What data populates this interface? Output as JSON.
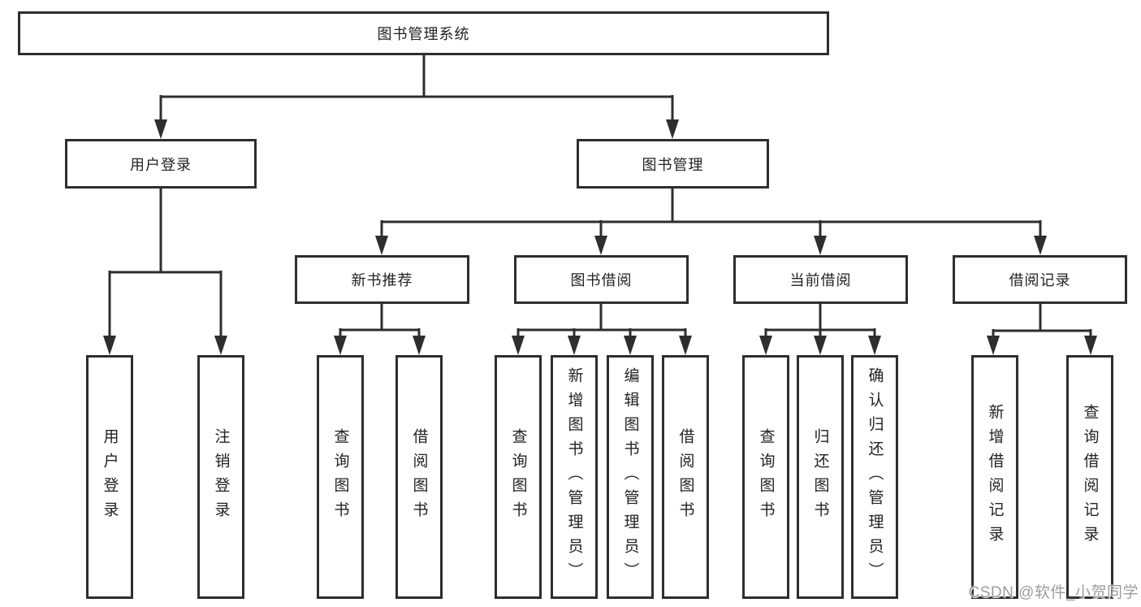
{
  "diagram": {
    "root": {
      "label": "图书管理系统"
    },
    "level2": [
      {
        "label": "用户登录",
        "children": [
          "用户登录",
          "注销登录"
        ]
      },
      {
        "label": "图书管理"
      }
    ],
    "level3": [
      {
        "label": "新书推荐",
        "children": [
          "查询图书",
          "借阅图书"
        ]
      },
      {
        "label": "图书借阅",
        "children": [
          "查询图书",
          "新增图书（管理员）",
          "编辑图书（管理员）",
          "借阅图书"
        ]
      },
      {
        "label": "当前借阅",
        "children": [
          "查询图书",
          "归还图书",
          "确认归还（管理员）"
        ]
      },
      {
        "label": "借阅记录",
        "children": [
          "新增借阅记录",
          "查询借阅记录"
        ]
      }
    ]
  },
  "watermark": {
    "text": "CSDN @软件_小贺同学"
  },
  "colors": {
    "line": "#2e2e2e",
    "box_border": "#2e2e2e",
    "text": "#222222",
    "watermark": "#9c9c9c",
    "background": "#ffffff"
  }
}
